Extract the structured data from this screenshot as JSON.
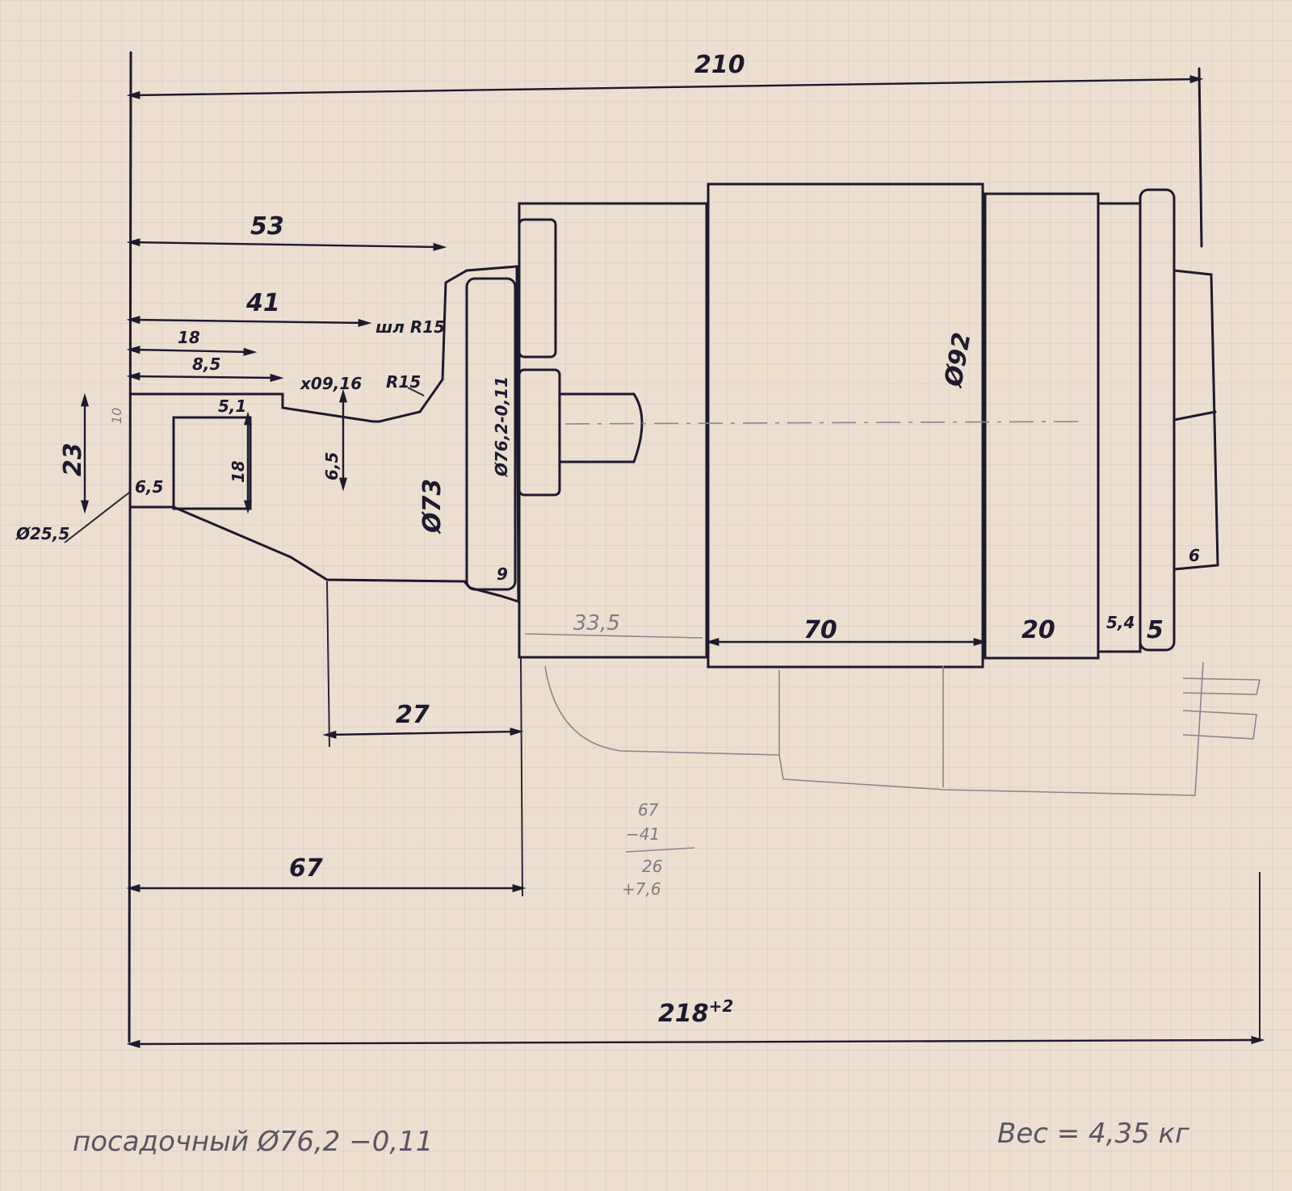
{
  "title": "Hand-drawn dimension sketch (side view)",
  "dimensions": {
    "overall_top": "210",
    "d53": "53",
    "d41": "41",
    "d18_top": "18",
    "d85": "8,5",
    "d51": "5,1",
    "shaft_note": "шл R15",
    "radius": "R15",
    "thread": "х09,16",
    "d65_small": "6,5",
    "d23": "23",
    "d10": "10",
    "d65_left": "6,5",
    "d18_vert": "18",
    "dia255": "Ø25,5",
    "dia73": "Ø73",
    "dia762": "Ø76,2-0,11",
    "d9": "9",
    "dia92": "Ø92",
    "d335": "33,5",
    "d70": "70",
    "d20": "20",
    "d54": "5,4",
    "d5": "5",
    "d6": "6",
    "d27": "27",
    "d67": "67",
    "overall_bottom": "218",
    "overall_bottom_tol": "+2"
  },
  "calc": [
    "67",
    "−41",
    "26",
    "+7,6"
  ],
  "notes": {
    "fit": "посадочный Ø76,2 −0,11",
    "weight": "Вес = 4,35 кг"
  }
}
